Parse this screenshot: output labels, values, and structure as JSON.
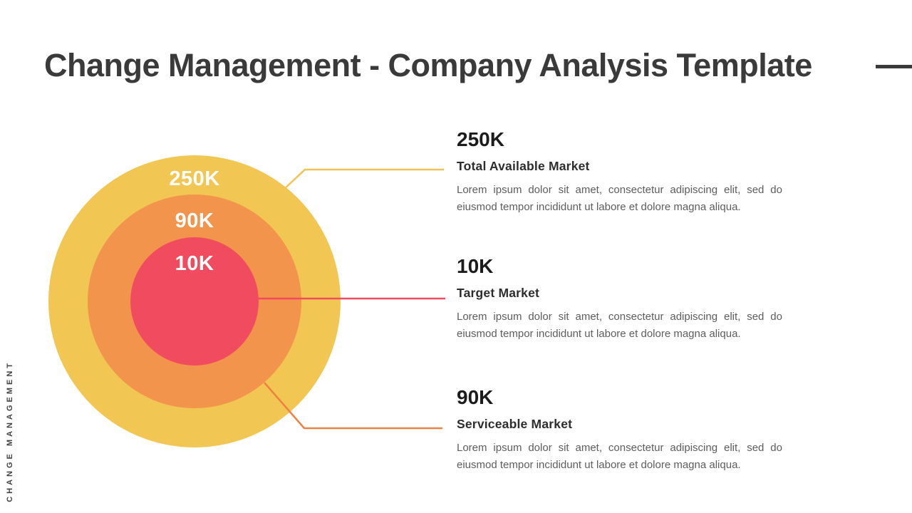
{
  "slide": {
    "title": "Change Management - Company Analysis Template",
    "side_label": "CHANGE MANAGEMENT"
  },
  "diagram": {
    "type": "concentric-circles",
    "circles": [
      {
        "label": "250K",
        "name": "Total Available Market",
        "color": "#F2C652",
        "ring": "outer"
      },
      {
        "label": "90K",
        "name": "Serviceable Market",
        "color": "#F2944C",
        "ring": "middle"
      },
      {
        "label": "10K",
        "name": "Target Market",
        "color": "#F04B5F",
        "ring": "inner"
      }
    ]
  },
  "market_blocks": [
    {
      "value": "250K",
      "title": "Total Available Market",
      "body": "Lorem ipsum dolor sit amet, consectetur adipiscing elit, sed do eiusmod tempor incididunt ut labore et dolore magna aliqua."
    },
    {
      "value": "10K",
      "title": "Target Market",
      "body": "Lorem ipsum dolor sit amet, consectetur adipiscing elit, sed do eiusmod tempor incididunt ut labore et dolore magna aliqua."
    },
    {
      "value": "90K",
      "title": "Serviceable Market",
      "body": "Lorem ipsum dolor sit amet, consectetur adipiscing elit, sed do eiusmod tempor incididunt ut labore et dolore magna aliqua."
    }
  ],
  "colors": {
    "background": "#FFFFFF",
    "title_text": "#3A3A3A",
    "heading_text": "#1C1C1C",
    "subtitle_text": "#2D2D2D",
    "body_text": "#5D5D5D",
    "outer_circle": "#F2C652",
    "middle_circle": "#F2944C",
    "inner_circle": "#F04B5F",
    "connector_yellow": "#F0C355",
    "connector_orange": "#ED8143",
    "connector_red": "#F04B5F"
  }
}
